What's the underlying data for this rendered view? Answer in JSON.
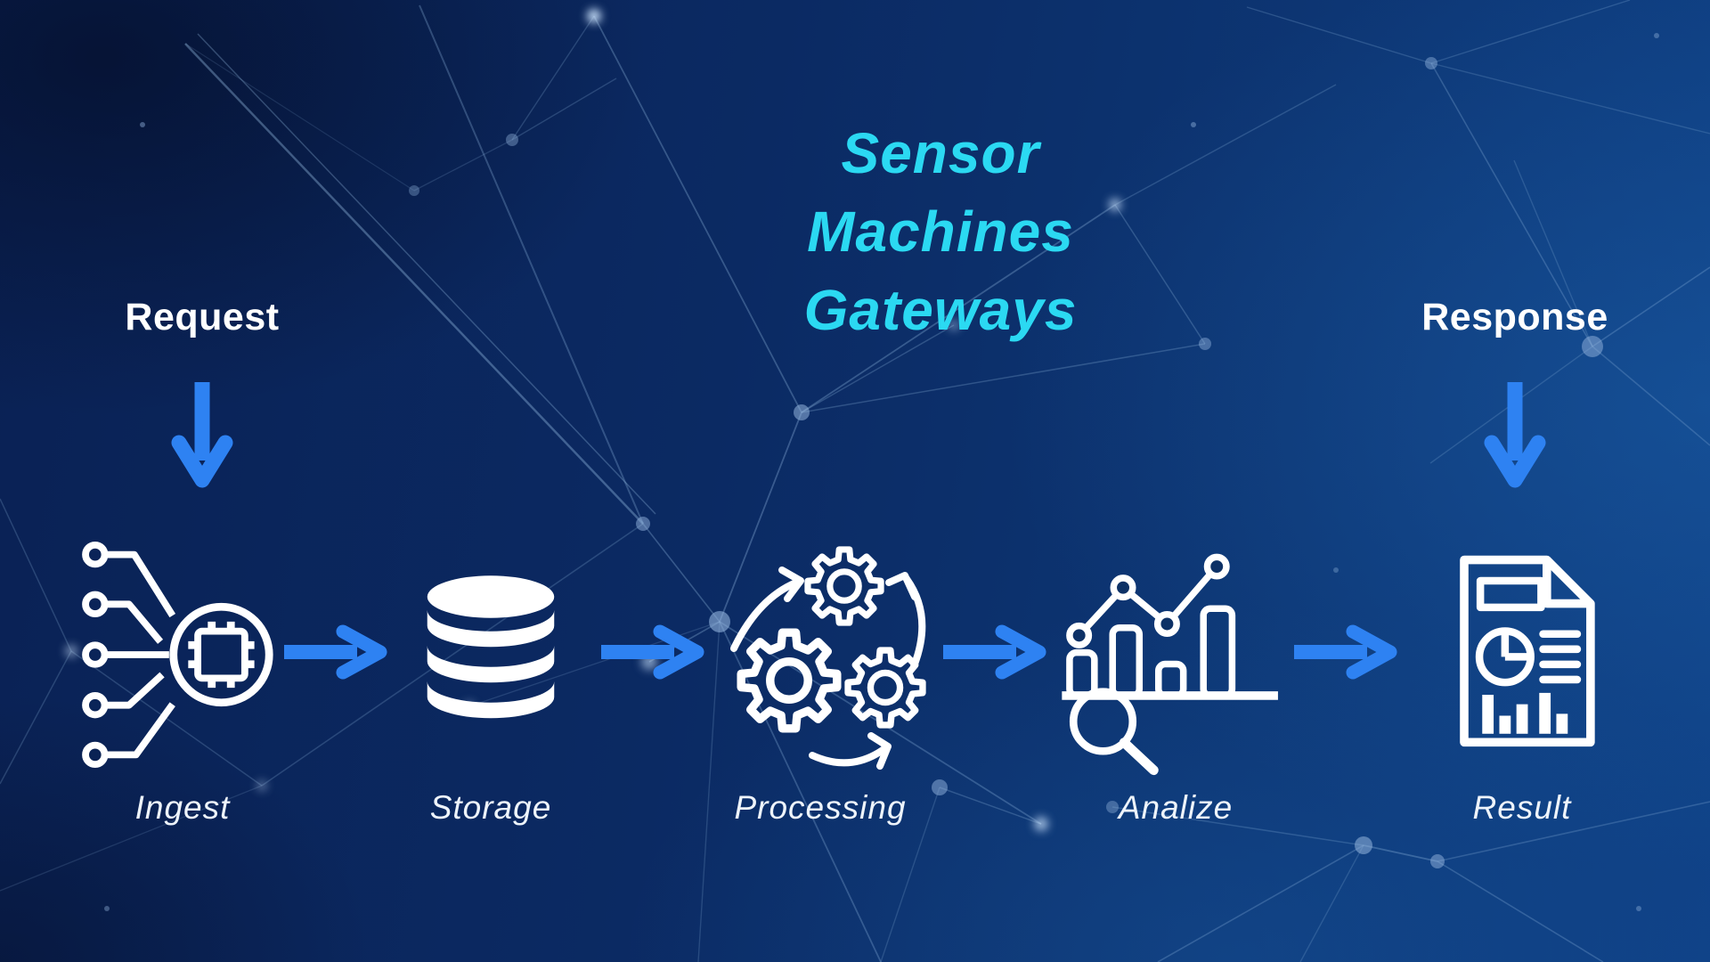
{
  "title": {
    "lines": [
      "Sensor",
      "Machines",
      "Gateways"
    ],
    "color": "#2BD9F2"
  },
  "request": {
    "label": "Request"
  },
  "response": {
    "label": "Response"
  },
  "stages": [
    {
      "label": "Ingest",
      "icon": "data-ingest-icon"
    },
    {
      "label": "Storage",
      "icon": "database-icon"
    },
    {
      "label": "Processing",
      "icon": "gears-icon"
    },
    {
      "label": "Analize",
      "icon": "analytics-chart-icon"
    },
    {
      "label": "Result",
      "icon": "report-document-icon"
    }
  ],
  "colors": {
    "background_dark": "#0A2154",
    "background_light": "#0F4186",
    "arrow_blue": "#2E82F2",
    "title_cyan": "#2BD9F2",
    "icon_white": "#FFFFFF",
    "label_white": "#EEF4FB"
  }
}
